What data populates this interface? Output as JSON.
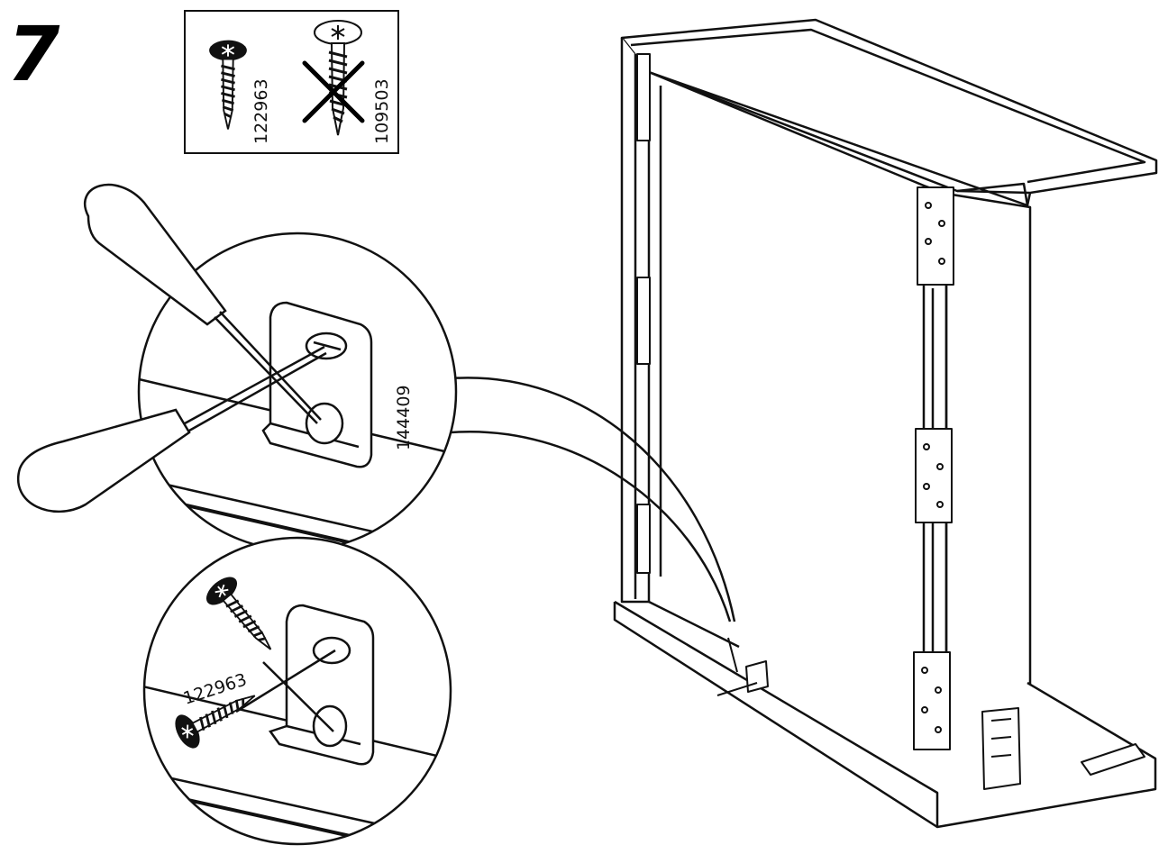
{
  "step": {
    "number": "7"
  },
  "parts_box": {
    "screw_correct": {
      "part_number": "122963",
      "icon": "screw-icon"
    },
    "screw_wrong": {
      "part_number": "109503",
      "icon": "screw-icon",
      "status": "crossed-out"
    }
  },
  "detail_top": {
    "bracket_part_number": "144409",
    "tool": "screwdriver"
  },
  "detail_bottom": {
    "screw_part_number": "122963"
  },
  "colors": {
    "line": "#111111",
    "background": "#ffffff",
    "wrong_mark": "#000000"
  }
}
